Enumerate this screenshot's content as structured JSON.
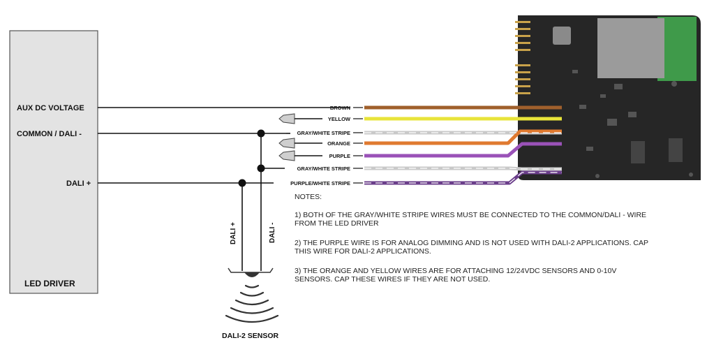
{
  "driver": {
    "title": "LED DRIVER",
    "terminals": [
      "AUX DC VOLTAGE",
      "COMMON / DALI -",
      "DALI +"
    ]
  },
  "wires": [
    {
      "label": "BROWN",
      "color": "#a0602c"
    },
    {
      "label": "YELLOW",
      "color": "#e8e43a"
    },
    {
      "label": "GRAY/WHITE STRIPE",
      "color": "#c9c9c9"
    },
    {
      "label": "ORANGE",
      "color": "#e07a30"
    },
    {
      "label": "PURPLE",
      "color": "#9a52b8"
    },
    {
      "label": "GRAY/WHITE STRIPE",
      "color": "#c9c9c9"
    },
    {
      "label": "PURPLE/WHITE STRIPE",
      "color": "#6a3d8a"
    }
  ],
  "sensor": {
    "title": "DALI-2 SENSOR",
    "lead_plus": "DALI +",
    "lead_minus": "DALI -"
  },
  "notes": {
    "heading": "NOTES:",
    "items": [
      "1) BOTH OF THE GRAY/WHITE STRIPE WIRES MUST BE CONNECTED TO THE COMMON/DALI - WIRE\nFROM THE LED DRIVER",
      "2) THE PURPLE WIRE IS FOR ANALOG DIMMING AND IS NOT USED WITH DALI-2 APPLICATIONS.  CAP\nTHIS WIRE FOR DALI-2 APPLICATIONS.",
      "3) THE ORANGE AND YELLOW WIRES ARE FOR ATTACHING 12/24VDC SENSORS AND 0-10V\nSENSORS.  CAP THESE WIRES IF THEY ARE NOT USED."
    ]
  },
  "colors": {
    "pcb": "#262626",
    "gold_contacts": "#c9a24a",
    "relay_green": "#3f9a4a",
    "module_gray": "#9b9b9b"
  }
}
